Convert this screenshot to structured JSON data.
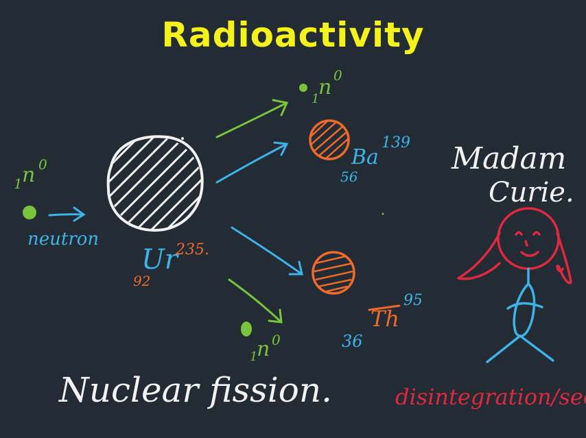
{
  "title": "Radioactivity",
  "labels": {
    "neutron_in": "n",
    "neutron_in_mass": "1",
    "neutron_in_charge": "0",
    "neutron_word": "neutron",
    "uranium": "Ur",
    "uranium_mass": "235.",
    "uranium_number": "92",
    "neutron_top": "n",
    "neutron_top_mass": "1",
    "neutron_top_charge": "0",
    "barium": "Ba",
    "barium_mass": "139",
    "barium_number": "56",
    "thorium": "Th",
    "thorium_mass": "95",
    "thorium_number": "36",
    "neutron_bottom": "n",
    "neutron_bottom_mass": "1",
    "neutron_bottom_charge": "0",
    "madam": "Madam",
    "curie": "Curie.",
    "fission": "Nuclear fission.",
    "rate": "disintegration/sec"
  },
  "colors": {
    "background": "#232b35",
    "title": "#f4f21a",
    "blue": "#3db3e8",
    "green": "#78c43a",
    "orange": "#f06a2a",
    "white": "#f2f2f2",
    "red": "#e0283e"
  }
}
